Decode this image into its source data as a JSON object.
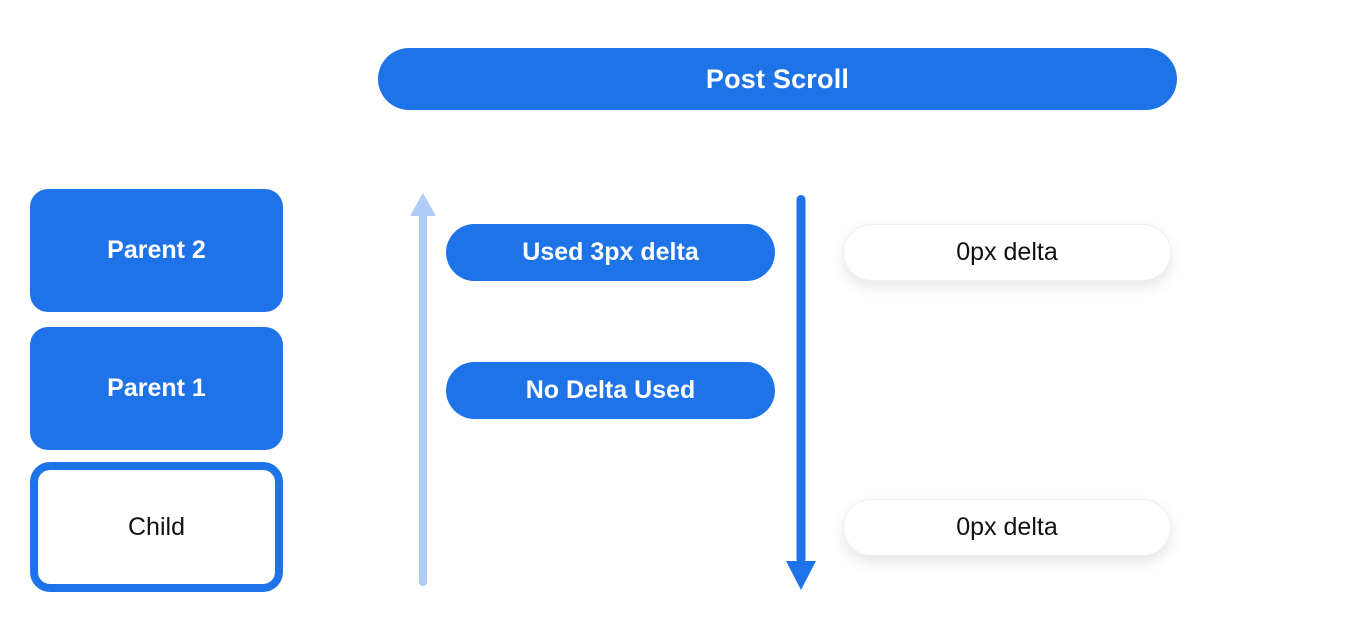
{
  "header": {
    "label": "Post Scroll"
  },
  "left_column": {
    "boxes": [
      {
        "label": "Parent 2",
        "variant": "blue-filled"
      },
      {
        "label": "Parent 1",
        "variant": "blue-filled"
      },
      {
        "label": "Child",
        "variant": "white-outlined"
      }
    ]
  },
  "middle_column": {
    "arrow_icon": "up-arrow-icon",
    "pills": [
      {
        "label": "Used 3px delta"
      },
      {
        "label": "No Delta Used"
      }
    ]
  },
  "right_column": {
    "arrow_icon": "down-arrow-icon",
    "pills": [
      {
        "label": "0px delta"
      },
      {
        "label": "0px delta"
      }
    ]
  },
  "colors": {
    "primary_blue": "#1f73e8",
    "light_blue": "#b0ccf6",
    "background": "#ffffff",
    "text_on_blue": "#ffffff",
    "text_on_white": "#111111"
  }
}
